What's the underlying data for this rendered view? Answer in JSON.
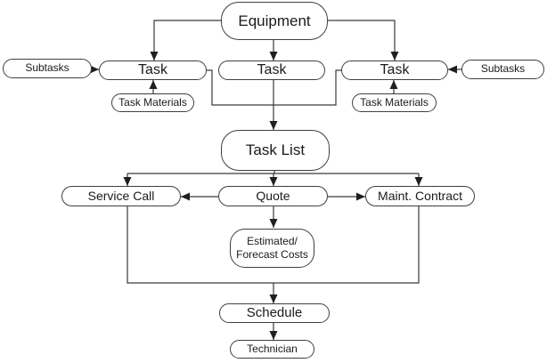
{
  "diagram": {
    "nodes": {
      "equipment": {
        "label": "Equipment"
      },
      "task_left": {
        "label": "Task"
      },
      "task_center": {
        "label": "Task"
      },
      "task_right": {
        "label": "Task"
      },
      "subtasks_left": {
        "label": "Subtasks"
      },
      "subtasks_right": {
        "label": "Subtasks"
      },
      "task_materials_left": {
        "label": "Task Materials"
      },
      "task_materials_right": {
        "label": "Task Materials"
      },
      "task_list": {
        "label": "Task List"
      },
      "service_call": {
        "label": "Service Call"
      },
      "quote": {
        "label": "Quote"
      },
      "maint_contract": {
        "label": "Maint. Contract"
      },
      "estimated_forecast_costs": {
        "line1": "Estimated/",
        "line2": "Forecast Costs"
      },
      "schedule": {
        "label": "Schedule"
      },
      "technician": {
        "label": "Technician"
      }
    },
    "edges": [
      {
        "from": "Equipment",
        "to": "Task (left)"
      },
      {
        "from": "Equipment",
        "to": "Task (center)"
      },
      {
        "from": "Equipment",
        "to": "Task (right)"
      },
      {
        "from": "Subtasks (left)",
        "to": "Task (left)"
      },
      {
        "from": "Subtasks (right)",
        "to": "Task (right)"
      },
      {
        "from": "Task Materials (left)",
        "to": "Task (left)"
      },
      {
        "from": "Task Materials (right)",
        "to": "Task (right)"
      },
      {
        "from": "Task (left)",
        "to": "Task List"
      },
      {
        "from": "Task (center)",
        "to": "Task List"
      },
      {
        "from": "Task (right)",
        "to": "Task List"
      },
      {
        "from": "Task List",
        "to": "Service Call"
      },
      {
        "from": "Task List",
        "to": "Quote"
      },
      {
        "from": "Task List",
        "to": "Maint. Contract"
      },
      {
        "from": "Quote",
        "to": "Service Call"
      },
      {
        "from": "Quote",
        "to": "Maint. Contract"
      },
      {
        "from": "Quote",
        "to": "Estimated/Forecast Costs"
      },
      {
        "from": "Service Call",
        "to": "Schedule"
      },
      {
        "from": "Maint. Contract",
        "to": "Schedule"
      },
      {
        "from": "Schedule",
        "to": "Technician"
      }
    ],
    "colors": {
      "line": "#3a3a3a",
      "arrow": "#1f1f1f",
      "node_border": "#3f3f3f",
      "node_fill": "#ffffff",
      "text": "#1a1a1a",
      "background": "#ffffff"
    }
  }
}
